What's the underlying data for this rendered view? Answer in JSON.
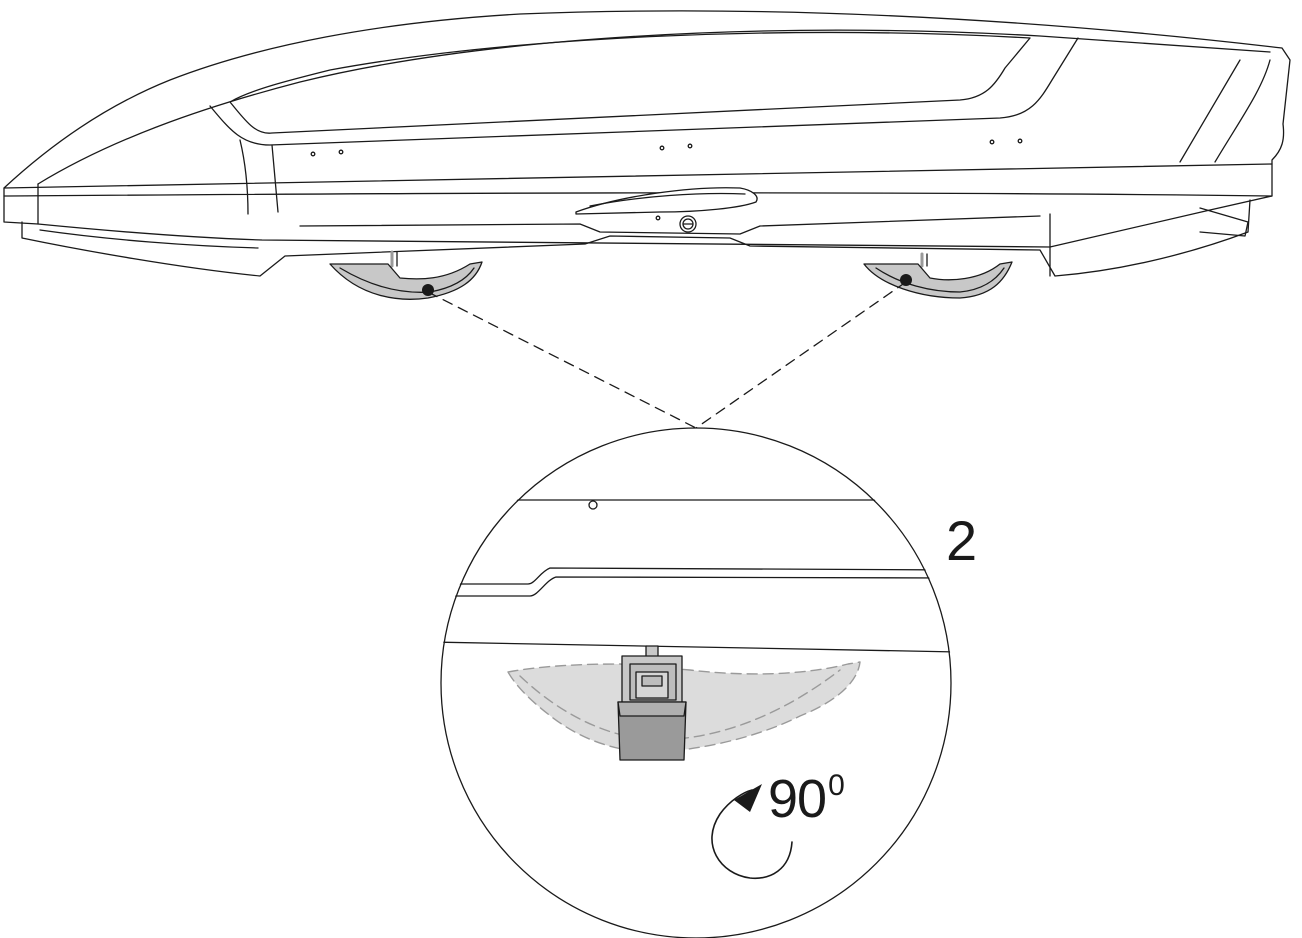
{
  "step": {
    "number": "2"
  },
  "rotation": {
    "value": "90",
    "superscript": "0"
  },
  "colors": {
    "line": "#1a1a1a",
    "fill_light": "#dcdcdc",
    "fill_grey": "#c8c8c8",
    "fill_dark": "#9a9a9a"
  },
  "icons": {
    "rotate_arrow": "curved-arrow-clockwise-icon",
    "pivot": "pivot-dot-icon",
    "lock": "lock-icon"
  }
}
